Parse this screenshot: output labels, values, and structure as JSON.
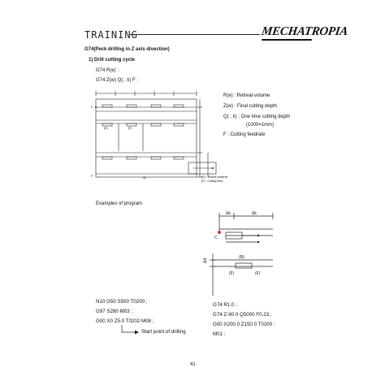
{
  "header": {
    "title": "TRAINING",
    "logo": "MECHATROPIA"
  },
  "section": {
    "heading": "G74(Peck drilling in Z axis divection)",
    "subheading": "1) Drill cutting cycle",
    "format_line1": "G74 R(e) :",
    "format_line2": "G74 Z(w) Q(  ;  k) F :"
  },
  "legend": {
    "r": "R(e) : Retreat volume",
    "z": "Z(w) : Final cutting depth",
    "q": "Q(  ;  k) : One time cutting depth",
    "q_unit": "(1000=1mm)",
    "f": "F : Cutting feedrate"
  },
  "diagram1": {
    "label_c": "C",
    "label_f": "F",
    "label_r": "(R)",
    "label_fl": "(F)",
    "label_w": "W",
    "note1": "(R) : Radius traverse",
    "note2": "(F) : Cutting feed"
  },
  "examples": {
    "label": "Examples of program",
    "lines_left": [
      "N10 G50 S500 T0200 ;",
      "G97 S280 M03 ;",
      "G00 X0 Z5.0 T0202 M08 ;"
    ],
    "start_note": "Start point of drilling",
    "lines_right": [
      "G74 R1.0 ;",
      "G74 Z-90.0 Q5000 F0.23 ;",
      "G00 X200.0 Z150.0 T0200 ;",
      "M01 ;"
    ]
  },
  "diagram2": {
    "dk1": "Δk",
    "dk2": "Δk",
    "label_c": "C",
    "label_r": "(R)",
    "label_f1": "(F)",
    "label_f2": "(F)",
    "label_d": "Δd"
  },
  "page": {
    "number": "41"
  }
}
